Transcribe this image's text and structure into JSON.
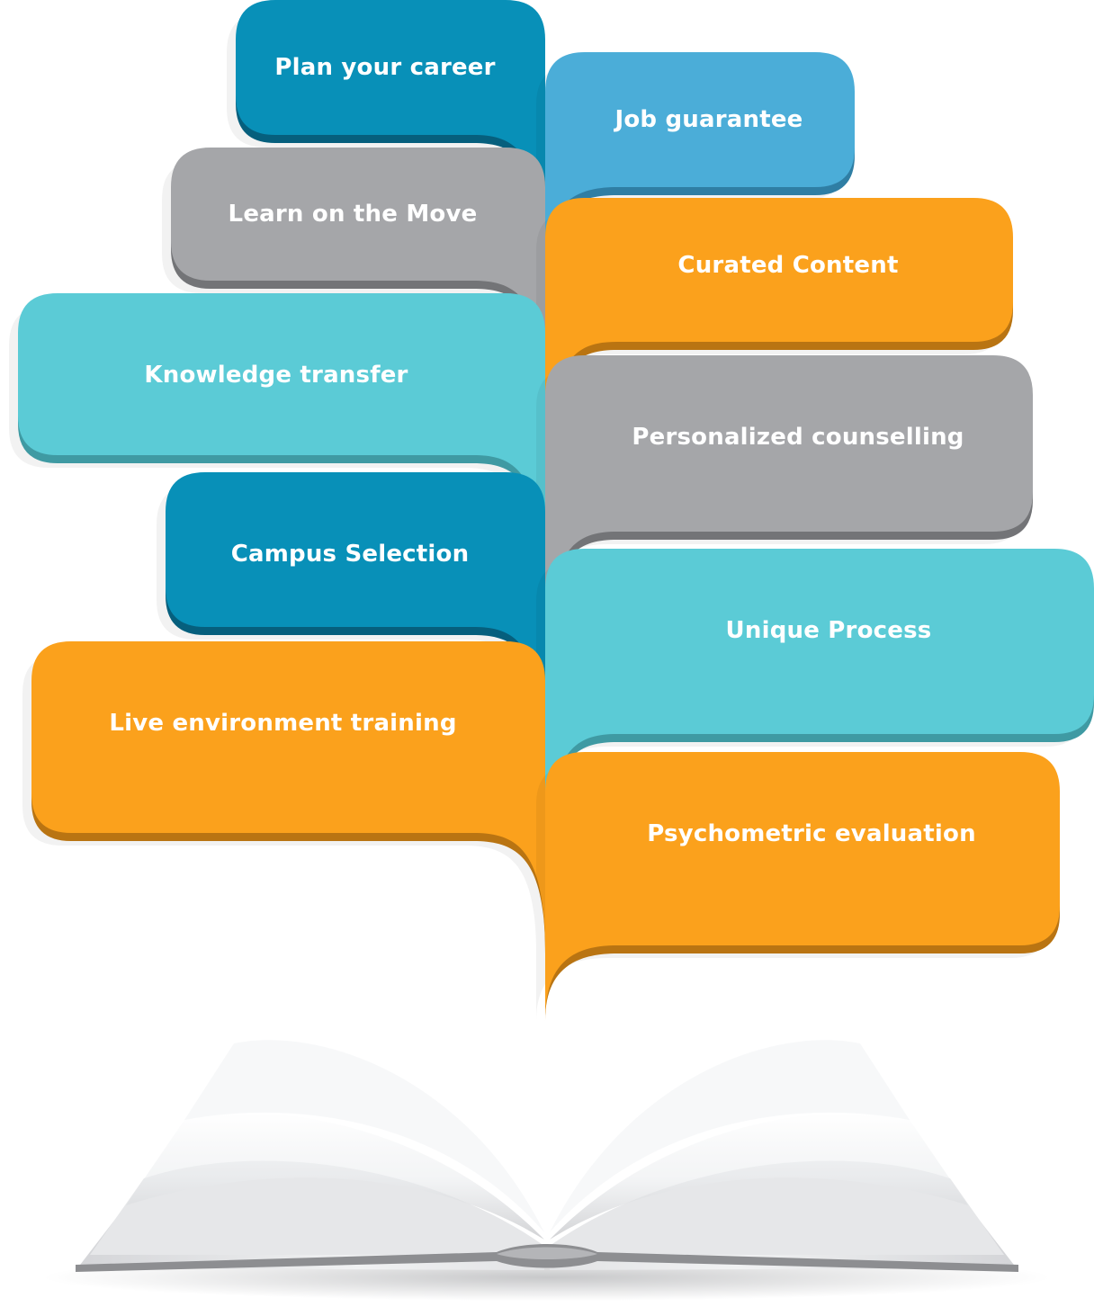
{
  "palette": {
    "teal_dark": "#0890b8",
    "teal_dark_edge": "#065f7d",
    "sky_blue": "#4badd8",
    "sky_blue_edge": "#2f7ea4",
    "gray": "#a5a6a9",
    "gray_edge": "#737477",
    "cyan": "#5bcbd6",
    "cyan_edge": "#3f9aa3",
    "orange": "#fba11c",
    "orange_edge": "#b97412"
  },
  "bubbles": [
    {
      "id": "plan-your-career",
      "label": "Plan your career",
      "color": "teal_dark"
    },
    {
      "id": "job-guarantee",
      "label": "Job guarantee",
      "color": "sky_blue"
    },
    {
      "id": "learn-on-the-move",
      "label": "Learn on the Move",
      "color": "gray"
    },
    {
      "id": "curated-content",
      "label": "Curated Content",
      "color": "orange"
    },
    {
      "id": "knowledge-transfer",
      "label": "Knowledge transfer",
      "color": "cyan"
    },
    {
      "id": "personalized-counselling",
      "label": "Personalized counselling",
      "color": "gray"
    },
    {
      "id": "campus-selection",
      "label": "Campus Selection",
      "color": "teal_dark"
    },
    {
      "id": "unique-process",
      "label": "Unique Process",
      "color": "cyan"
    },
    {
      "id": "live-environment-training",
      "label": "Live environment training",
      "color": "orange"
    },
    {
      "id": "psychometric-evaluation",
      "label": "Psychometric evaluation",
      "color": "orange"
    }
  ],
  "book_icon": "open-book-icon"
}
